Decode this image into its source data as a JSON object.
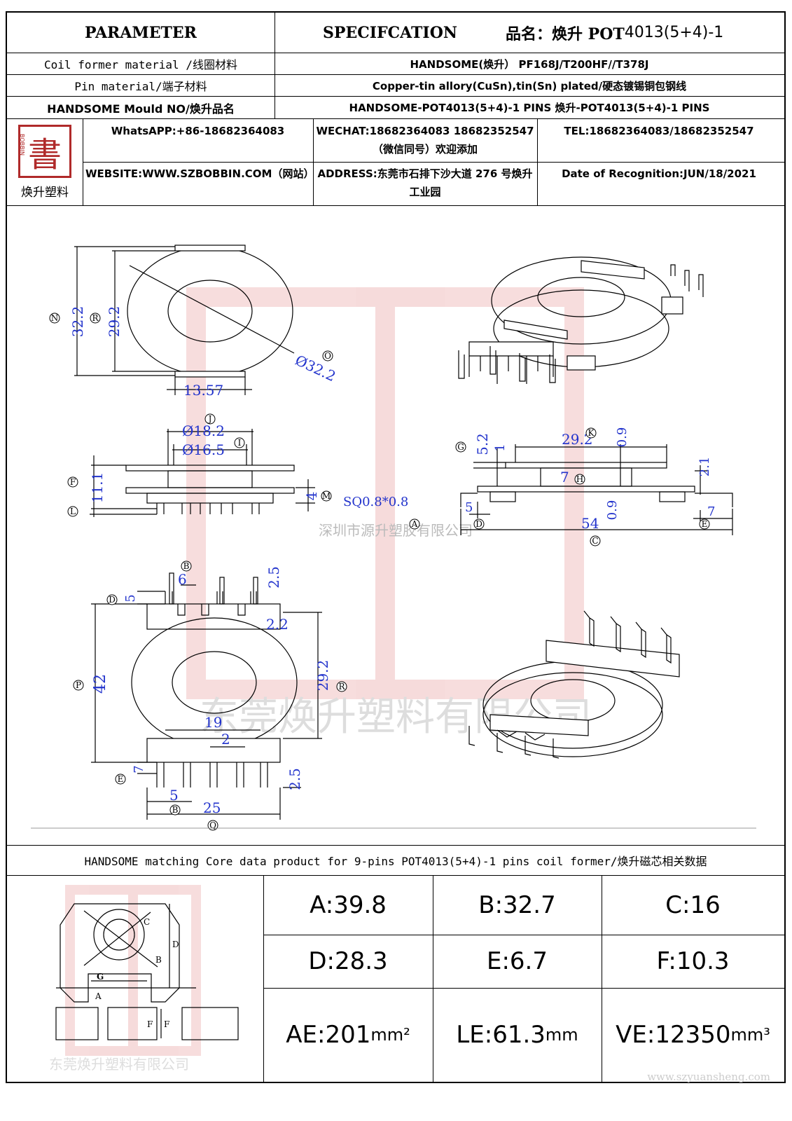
{
  "header": {
    "parameter": "PARAMETER",
    "specification": "SPECIFCATION",
    "product_name_prefix": "品名：焕升 POT",
    "product_name_code": "4013(5+4)-1"
  },
  "rows": [
    {
      "label": "Coil former material /线圈材料",
      "value": "HANDSOME(焕升） PF168J/T200HF//T378J"
    },
    {
      "label": "Pin material/端子材料",
      "value": "Copper-tin allory(CuSn),tin(Sn) plated/硬态镀锡铜包钢线"
    },
    {
      "label": "HANDSOME Mould NO/焕升品名",
      "value": "HANDSOME-POT4013(5+4)-1 PINS 焕升-POT4013(5+4)-1 PINS"
    }
  ],
  "company": {
    "logo_text": "焕升塑料",
    "logo_glyph": "書",
    "logo_side_text": "BOBBIN",
    "whatsapp": "WhatsAPP:+86-18682364083",
    "wechat": "WECHAT:18682364083 18682352547（微信同号）欢迎添加",
    "tel": "TEL:18682364083/18682352547",
    "website": "WEBSITE:WWW.SZBOBBIN.COM（网站）",
    "address": "ADDRESS:东莞市石排下沙大道 276 号焕升工业园",
    "date": "Date of Recognition:JUN/18/2021"
  },
  "drawing": {
    "watermark_city": "深圳市源升塑胶有限公司",
    "watermark_company": "东莞焕升塑料有限公司",
    "dims": {
      "n_height": "32.2",
      "r_height": "29.2",
      "o_dia": "Ø32.2",
      "width_13": "13.57",
      "j_dia": "Ø18.2",
      "i_dia": "Ø16.5",
      "f_height": "11.1",
      "m_val": "4",
      "sq": "SQ0.8*0.8",
      "g_val": "5.2",
      "g_small": "1",
      "k_val": "29.2",
      "k_small": "0.9",
      "h_val": "7",
      "right_21": "2.1",
      "d_val": "5",
      "mid_09": "0.9",
      "c_val": "54",
      "e_val": "7",
      "b_6": "6",
      "d_5": "5",
      "top_25": "2.5",
      "top_22": "2.2",
      "p_42": "42",
      "r_292": "29.2",
      "w_19": "19",
      "w_2": "2",
      "e_7": "7",
      "b_5": "5",
      "q_25": "25",
      "bot_25": "2.5"
    },
    "letters": [
      "N",
      "R",
      "O",
      "J",
      "I",
      "F",
      "L",
      "M",
      "G",
      "K",
      "H",
      "A",
      "D",
      "C",
      "E",
      "B",
      "P",
      "Q"
    ]
  },
  "core_section": {
    "title": "HANDSOME matching Core data  product for 9-pins POT4013(5+4)-1 pins coil former/焕升磁芯相关数据",
    "sketch_labels": [
      "C",
      "D",
      "B",
      "G",
      "A",
      "F",
      "F"
    ],
    "values": [
      {
        "label": "A:39.8"
      },
      {
        "label": "B:32.7"
      },
      {
        "label": "C:16"
      },
      {
        "label": "D:28.3"
      },
      {
        "label": "E:6.7"
      },
      {
        "label": "F:10.3"
      },
      {
        "main": "AE:201",
        "unit": "mm²"
      },
      {
        "main": "LE:61.3",
        "unit": "mm"
      },
      {
        "main": "VE:12350",
        "unit": "mm³"
      }
    ],
    "footer_watermark": "东莞焕升塑料有限公司",
    "site_watermark": "www.szyuansheng.com"
  },
  "colors": {
    "dimension": "#2233cc",
    "watermark": "#e8a0a0"
  }
}
